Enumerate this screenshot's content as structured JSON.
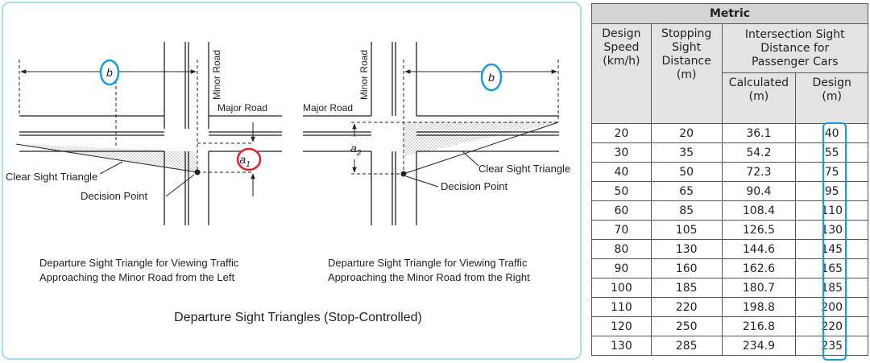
{
  "diagram": {
    "left": {
      "minor_road": "Minor Road",
      "major_road": "Major Road",
      "dim_b": "b",
      "dim_a": "a",
      "dim_a_sub": "1",
      "clear_sight": "Clear Sight Triangle",
      "decision_point": "Decision Point",
      "caption_line1": "Departure Sight Triangle for Viewing Traffic",
      "caption_line2": "Approaching the Minor Road from the Left"
    },
    "right": {
      "minor_road": "Minor Road",
      "major_road": "Major Road",
      "dim_b": "b",
      "dim_a": "a",
      "dim_a_sub": "2",
      "clear_sight": "Clear Sight Triangle",
      "decision_point": "Decision Point",
      "caption_line1": "Departure Sight Triangle for Viewing Traffic",
      "caption_line2": "Approaching the Minor Road from the Right"
    },
    "main_title": "Departure Sight Triangles (Stop-Controlled)",
    "colors": {
      "highlight_blue": "#1a9ad6",
      "highlight_red": "#d8232a",
      "panel_border": "#a9dde8"
    }
  },
  "table": {
    "title": "Metric",
    "col_design_speed": [
      "Design",
      "Speed",
      "(km/h)"
    ],
    "col_stopping": [
      "Stopping",
      "Sight",
      "Distance",
      "(m)"
    ],
    "col_isd": [
      "Intersection Sight",
      "Distance for",
      "Passenger Cars"
    ],
    "col_calculated": [
      "Calculated",
      "(m)"
    ],
    "col_design": [
      "Design",
      "(m)"
    ],
    "rows": [
      [
        "20",
        "20",
        "36.1",
        "40"
      ],
      [
        "30",
        "35",
        "54.2",
        "55"
      ],
      [
        "40",
        "50",
        "72.3",
        "75"
      ],
      [
        "50",
        "65",
        "90.4",
        "95"
      ],
      [
        "60",
        "85",
        "108.4",
        "110"
      ],
      [
        "70",
        "105",
        "126.5",
        "130"
      ],
      [
        "80",
        "130",
        "144.6",
        "145"
      ],
      [
        "90",
        "160",
        "162.6",
        "165"
      ],
      [
        "100",
        "185",
        "180.7",
        "185"
      ],
      [
        "110",
        "220",
        "198.8",
        "200"
      ],
      [
        "120",
        "250",
        "216.8",
        "220"
      ],
      [
        "130",
        "285",
        "234.9",
        "235"
      ]
    ]
  }
}
